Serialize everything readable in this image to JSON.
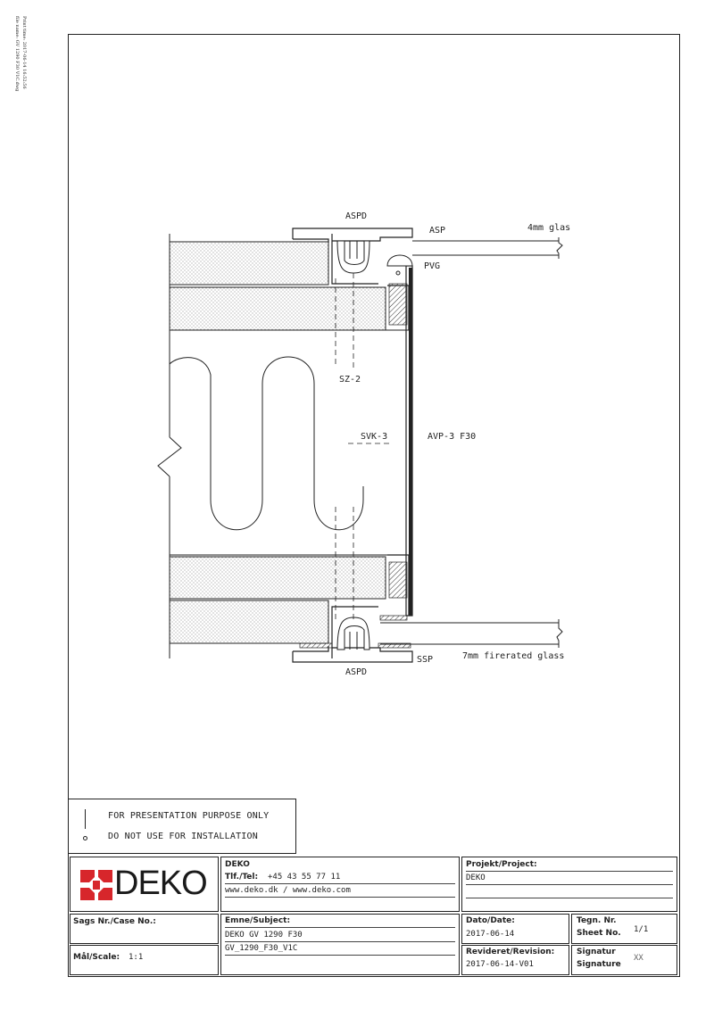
{
  "sidebar": {
    "print_time": "Print time: 2017-06-14 16:52:56",
    "file_name": "file name: GV 1290 F30 V1C.dwg"
  },
  "drawing": {
    "labels": {
      "aspd_top": "ASPD",
      "asp": "ASP",
      "glas_4mm": "4mm glas",
      "pvg": "PVG",
      "sz2": "SZ-2",
      "svk3": "SVK-3",
      "avp3": "AVP-3 F30",
      "ssp": "SSP",
      "glass_7mm": "7mm firerated glass",
      "aspd_bottom": "ASPD"
    }
  },
  "warning": {
    "line1": "FOR PRESENTATION PURPOSE ONLY",
    "line2": "DO NOT USE FOR INSTALLATION"
  },
  "title_block": {
    "logo_text": "DEKO",
    "company": "DEKO",
    "tel_label": "Tlf./Tel:",
    "tel_value": "+45 43 55 77 11",
    "web": "www.deko.dk / www.deko.com",
    "project_label": "Projekt/Project:",
    "project_value": "DEKO",
    "case_label": "Sags Nr./Case No.:",
    "subject_label": "Emne/Subject:",
    "subject_line1": "DEKO GV 1290 F30",
    "subject_line2": "GV_1290_F30_V1C",
    "date_label": "Dato/Date:",
    "date_value": "2017-06-14",
    "drawing_no_label1": "Tegn. Nr.",
    "drawing_no_label2": "Sheet No.",
    "drawing_no_value": "1/1",
    "scale_label": "Mål/Scale:",
    "scale_value": "1:1",
    "revision_label": "Revideret/Revision:",
    "revision_value": "2017-06-14-V01",
    "signature_label1": "Signatur",
    "signature_label2": "Signature",
    "signature_value": "XX"
  }
}
